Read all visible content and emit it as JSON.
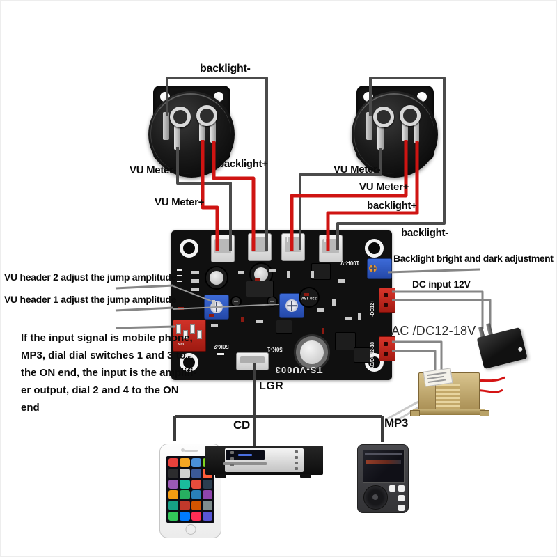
{
  "colors": {
    "wire_gray": "#4b4b4b",
    "wire_red": "#cf1412",
    "board_black": "#101010",
    "connector_white": "#ececec",
    "connector_red": "#c8241c",
    "trimmer_blue": "#2f5fd0",
    "label_black": "#0b0b0b"
  },
  "top_labels": {
    "backlight_minus": "backlight-"
  },
  "left_meter": {
    "labels": {
      "vu_minus": "VU Meter-",
      "backlight_plus": "backlight+",
      "vu_plus": "VU Meter+"
    }
  },
  "right_meter": {
    "labels": {
      "vu_minus": "VU Meter-",
      "vu_plus": "VU Meter+",
      "backlight_plus": "backlight+",
      "backlight_minus": "backlight-"
    }
  },
  "callouts": {
    "backlight_adjust": "Backlight bright and dark adjustment",
    "dc_input": "DC input 12V",
    "ac_input": "AC /DC12-18V",
    "vu_header2": "VU header 2 adjust the jump amplitude",
    "vu_header1": "VU header 1 adjust the jump amplitude",
    "note_lines": [
      "If the input signal is mobile phone,",
      "MP3, dial dial switches 1 and 3 to",
      "the ON end, the input is the amplifi-",
      "er output, dial 2 and 4 to the ON",
      "end"
    ]
  },
  "board": {
    "model": "TS-VU003",
    "silkscreen": {
      "backlight_pot": "100R-V",
      "pot_left": "50K-2",
      "pot_right": "50K-1",
      "dc_connector": "-DC12+",
      "ac_connector": "AC/DC12-18",
      "dip_switch": "SW1",
      "dip_on": "ON",
      "cap": "220 16V"
    }
  },
  "bottom": {
    "input_connector": "LGR",
    "cd": "CD",
    "mp3": "MP3"
  },
  "phone": {
    "app_icon_colors": [
      "#e8413c",
      "#f5a623",
      "#4a90d9",
      "#7ed321",
      "#2c2c2e",
      "#d0d0d0",
      "#3b5998",
      "#ff5e3a",
      "#9b59b6",
      "#1abc9c",
      "#e74c3c",
      "#2c3e50",
      "#f39c12",
      "#27ae60",
      "#2980b9",
      "#8e44ad",
      "#16a085",
      "#c0392b",
      "#d35400",
      "#7f8c8d",
      "#34c759",
      "#007aff",
      "#ff2d55",
      "#5856d6"
    ]
  }
}
